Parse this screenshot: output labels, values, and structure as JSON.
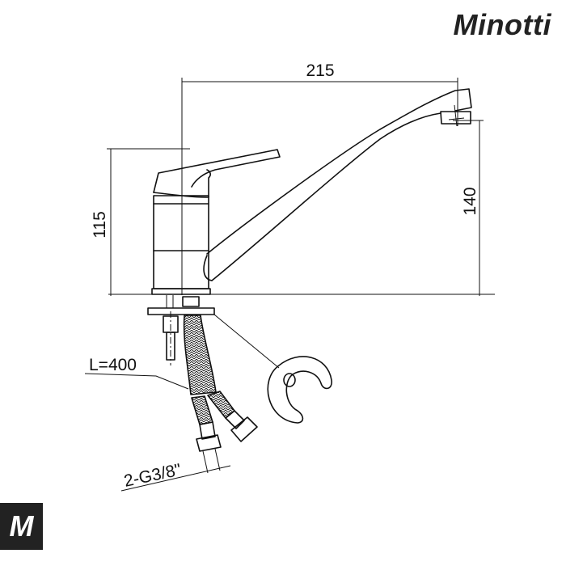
{
  "brand": {
    "name": "Minotti",
    "mark": "M"
  },
  "dimensions": {
    "spout_reach": "215",
    "total_height": "115",
    "spout_height": "140",
    "hose_length": "L=400",
    "connection": "2-G3/8\""
  }
}
